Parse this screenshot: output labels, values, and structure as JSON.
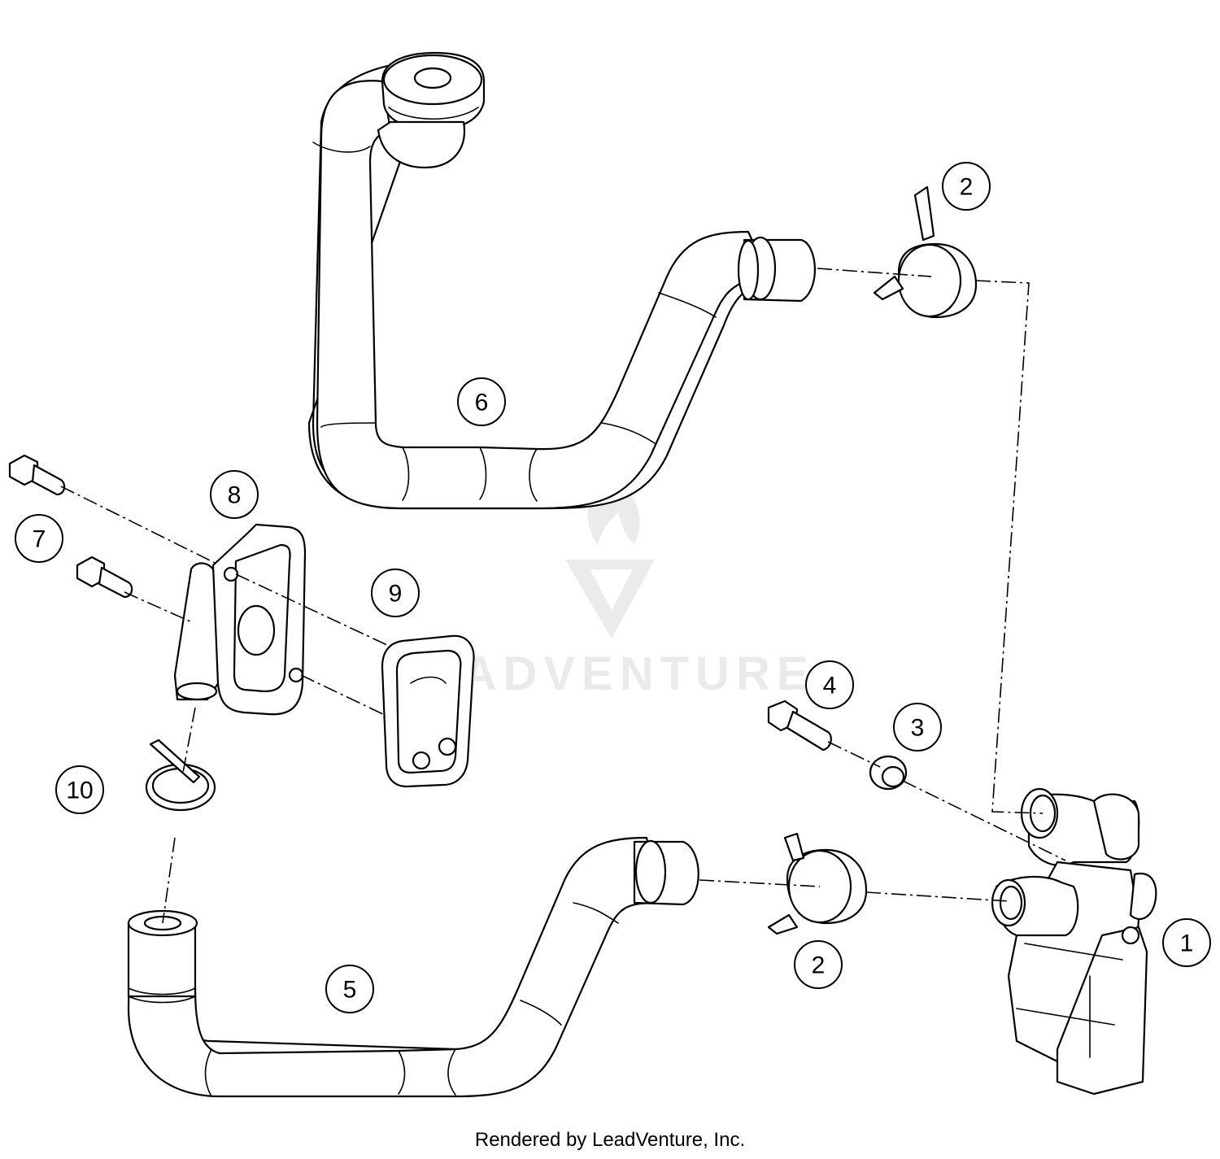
{
  "diagram": {
    "callouts": [
      {
        "label": "1"
      },
      {
        "label": "2"
      },
      {
        "label": "2"
      },
      {
        "label": "3"
      },
      {
        "label": "4"
      },
      {
        "label": "5"
      },
      {
        "label": "6"
      },
      {
        "label": "7"
      },
      {
        "label": "8"
      },
      {
        "label": "9"
      },
      {
        "label": "10"
      }
    ],
    "watermark": "LEADVENTURE",
    "credit": "Rendered by LeadVenture, Inc."
  }
}
